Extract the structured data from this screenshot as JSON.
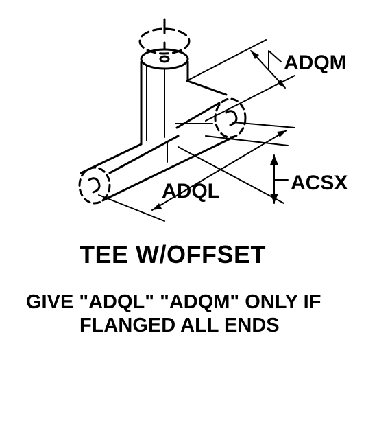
{
  "diagram": {
    "labels": {
      "adqm": "ADQM",
      "adql": "ADQL",
      "acsx": "ACSX"
    },
    "title": "TEE W/OFFSET",
    "note_line_1": "GIVE \"ADQL\" \"ADQM\" ONLY IF",
    "note_line_2": "FLANGED ALL ENDS"
  },
  "colors": {
    "ink": "#000000",
    "background": "#ffffff"
  }
}
